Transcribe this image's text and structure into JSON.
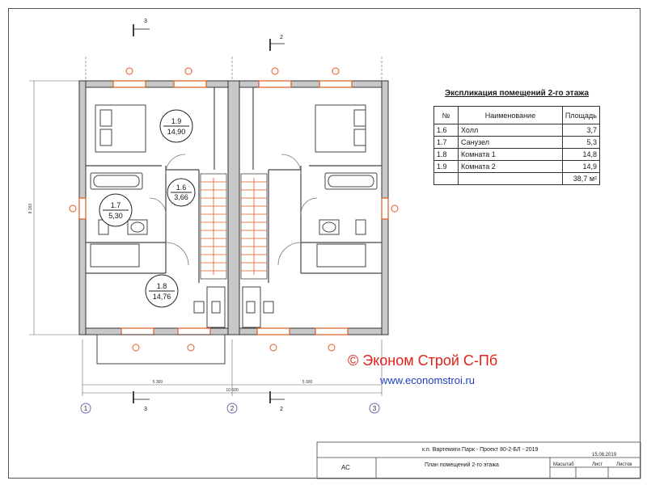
{
  "drawing": {
    "section_marks": [
      "3",
      "2",
      "3",
      "2"
    ],
    "axis_labels": [
      "1",
      "2",
      "3"
    ],
    "dimensions": {
      "left_overall": "8 160",
      "bottom_left": "5 300",
      "bottom_right": "5 300",
      "bottom_overall": "10 600"
    },
    "room_tags": [
      {
        "id": "1.9",
        "area": "14,90"
      },
      {
        "id": "1.6",
        "area": "3,66"
      },
      {
        "id": "1.7",
        "area": "5,30"
      },
      {
        "id": "1.8",
        "area": "14,76"
      }
    ]
  },
  "explication": {
    "title": "Экспликация помещений 2-го этажа",
    "headers": {
      "num": "№",
      "name": "Наименование",
      "area": "Площадь"
    },
    "rows": [
      {
        "num": "1.6",
        "name": "Холл",
        "area": "3,7"
      },
      {
        "num": "1.7",
        "name": "Санузел",
        "area": "5,3"
      },
      {
        "num": "1.8",
        "name": "Комната 1",
        "area": "14,8"
      },
      {
        "num": "1.9",
        "name": "Комната 2",
        "area": "14,9"
      }
    ],
    "total": "38,7 м²"
  },
  "watermark": {
    "copyright": "© Эконом Строй С-Пб",
    "website": "www.economstroi.ru"
  },
  "title_block": {
    "project": "к.п. Вартемяги Парк - Проект 80-2-БЛ - 2019",
    "date": "15.08.2019",
    "code": "АС",
    "sheet_title": "План помещений 2-го этажа",
    "scale_label": "Масштаб",
    "sheet_label": "Лист",
    "sheets_label": "Листов"
  },
  "colors": {
    "wall_fill": "#c8c8c8",
    "window": "#e05a1e",
    "copyright": "#e0221b",
    "website": "#1f3fbf"
  }
}
